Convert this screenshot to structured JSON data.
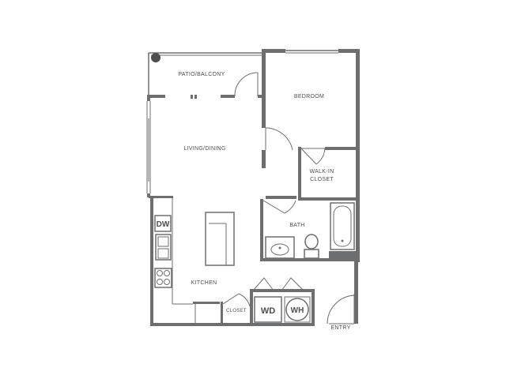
{
  "rooms": {
    "patio": "PATIO/BALCONY",
    "bedroom": "BEDROOM",
    "living": "LIVING/DINING",
    "walkin_line1": "WALK-IN",
    "walkin_line2": "CLOSET",
    "bath": "BATH",
    "kitchen": "KITCHEN",
    "closet": "CLOSET",
    "entry": "ENTRY"
  },
  "appliances": {
    "dishwasher": "DW",
    "washer_dryer": "WD",
    "water_heater": "WH"
  },
  "colors": {
    "wall": "#6d6e70",
    "text": "#4d4e50",
    "background": "#ffffff"
  }
}
